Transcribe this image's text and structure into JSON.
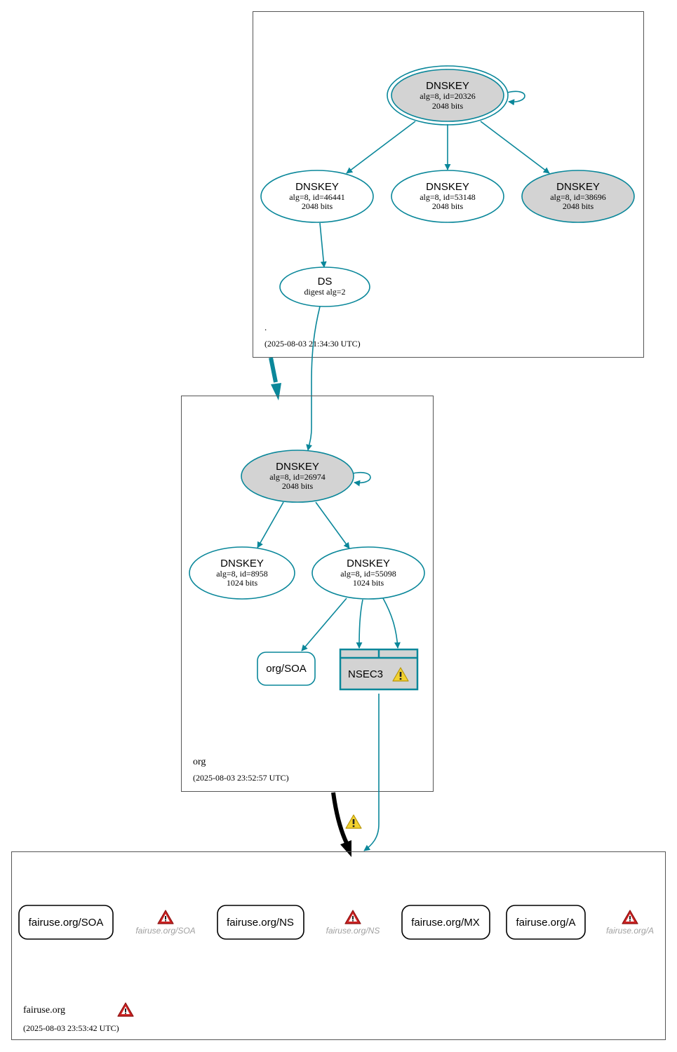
{
  "colors": {
    "accent": "#0a879a",
    "key_fill_gray": "#d3d3d3",
    "error_red": "#cc2222",
    "warning_yellow": "#f2d230",
    "faded_text": "#a0a0a0"
  },
  "zones": {
    "root": {
      "name": ".",
      "timestamp": "(2025-08-03 21:34:30 UTC)",
      "dnskeys": [
        {
          "title": "DNSKEY",
          "detail": "alg=8, id=20326",
          "size": "2048 bits",
          "role": "trust-anchor-ksk"
        },
        {
          "title": "DNSKEY",
          "detail": "alg=8, id=46441",
          "size": "2048 bits",
          "role": "zsk"
        },
        {
          "title": "DNSKEY",
          "detail": "alg=8, id=53148",
          "size": "2048 bits",
          "role": "zsk"
        },
        {
          "title": "DNSKEY",
          "detail": "alg=8, id=38696",
          "size": "2048 bits",
          "role": "ksk"
        }
      ],
      "ds": {
        "title": "DS",
        "detail": "digest alg=2"
      }
    },
    "org": {
      "name": "org",
      "timestamp": "(2025-08-03 23:52:57 UTC)",
      "dnskeys": [
        {
          "title": "DNSKEY",
          "detail": "alg=8, id=26974",
          "size": "2048 bits",
          "role": "ksk"
        },
        {
          "title": "DNSKEY",
          "detail": "alg=8, id=8958",
          "size": "1024 bits",
          "role": "zsk"
        },
        {
          "title": "DNSKEY",
          "detail": "alg=8, id=55098",
          "size": "1024 bits",
          "role": "zsk"
        }
      ],
      "soa": "org/SOA",
      "nsec3": "NSEC3"
    },
    "fairuse": {
      "name": "fairuse.org",
      "timestamp": "(2025-08-03 23:53:42 UTC)",
      "records": [
        {
          "label": "fairuse.org/SOA",
          "kind": "rrset"
        },
        {
          "label": "fairuse.org/SOA",
          "kind": "error"
        },
        {
          "label": "fairuse.org/NS",
          "kind": "rrset"
        },
        {
          "label": "fairuse.org/NS",
          "kind": "error"
        },
        {
          "label": "fairuse.org/MX",
          "kind": "rrset"
        },
        {
          "label": "fairuse.org/A",
          "kind": "rrset"
        },
        {
          "label": "fairuse.org/A",
          "kind": "error"
        }
      ]
    }
  }
}
